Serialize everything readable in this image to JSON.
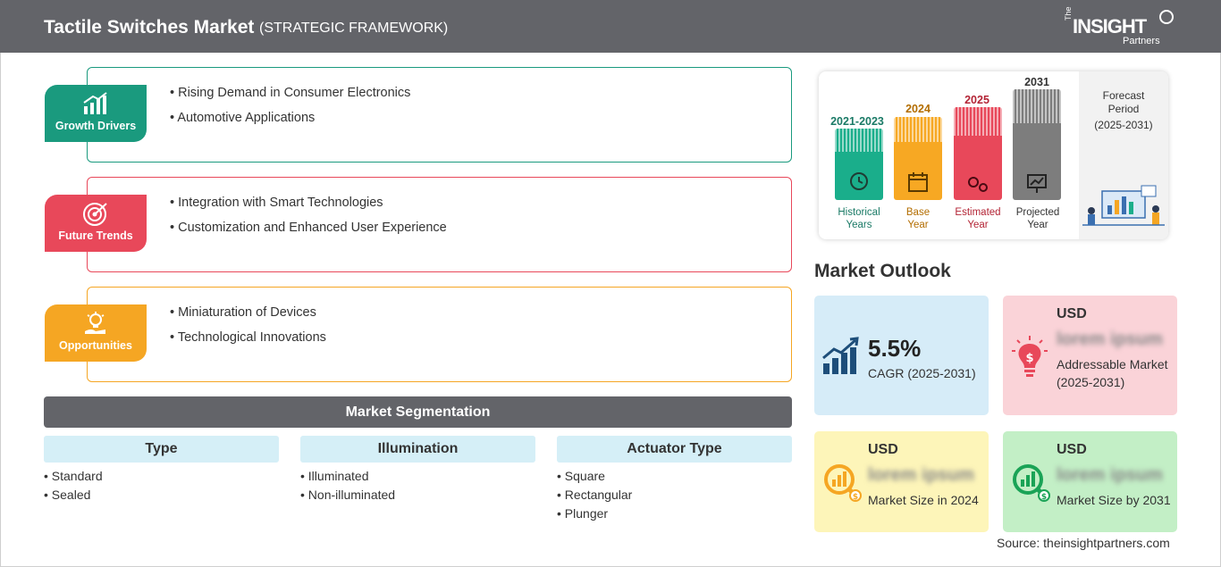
{
  "header": {
    "title": "Tactile Switches Market",
    "subtitle": "(STRATEGIC FRAMEWORK)",
    "logo_the": "The",
    "logo_insight": "INSIGHT",
    "logo_partners": "Partners"
  },
  "sections": [
    {
      "label": "Growth Drivers",
      "items": [
        "Rising Demand in Consumer Electronics",
        "Automotive Applications"
      ],
      "color": "#1a9a7e"
    },
    {
      "label": "Future Trends",
      "items": [
        "Integration with Smart Technologies",
        "Customization and Enhanced User Experience"
      ],
      "color": "#e8485a"
    },
    {
      "label": "Opportunities",
      "items": [
        "Miniaturation of Devices",
        "Technological Innovations"
      ],
      "color": "#f5a623"
    }
  ],
  "segmentation": {
    "title": "Market Segmentation",
    "columns": [
      {
        "head": "Type",
        "items": [
          "Standard",
          "Sealed"
        ]
      },
      {
        "head": "Illumination",
        "items": [
          "Illuminated",
          "Non-illuminated"
        ]
      },
      {
        "head": "Actuator Type",
        "items": [
          "Square",
          "Rectangular",
          "Plunger"
        ]
      }
    ]
  },
  "timeline": {
    "bars": [
      {
        "year": "2021-2023",
        "label1": "Historical",
        "label2": "Years",
        "color": "#1aae8b",
        "text_color": "#1a7a66"
      },
      {
        "year": "2024",
        "label1": "Base",
        "label2": "Year",
        "color": "#f7a823",
        "text_color": "#b36d00"
      },
      {
        "year": "2025",
        "label1": "Estimated",
        "label2": "Year",
        "color": "#e8485a",
        "text_color": "#b32435"
      },
      {
        "year": "2031",
        "label1": "Projected",
        "label2": "Year",
        "color": "#7d7d7d",
        "text_color": "#333333"
      }
    ],
    "forecast_line1": "Forecast",
    "forecast_line2": "Period",
    "forecast_range": "(2025-2031)"
  },
  "outlook": {
    "title": "Market Outlook",
    "cagr": {
      "value": "5.5%",
      "label": "CAGR (2025-2031)",
      "bg": "#d6ecf8"
    },
    "addressable": {
      "usd": "USD",
      "value": "lorem ipsum",
      "desc": "Addressable Market (2025-2031)",
      "bg": "#fad3d8"
    },
    "size2024": {
      "usd": "USD",
      "value": "lorem ipsum",
      "desc": "Market Size in 2024",
      "bg": "#fdf5b9"
    },
    "size2031": {
      "usd": "USD",
      "value": "lorem ipsum",
      "desc": "Market Size by 2031",
      "bg": "#c3efc6"
    }
  },
  "source": "Source: theinsightpartners.com"
}
